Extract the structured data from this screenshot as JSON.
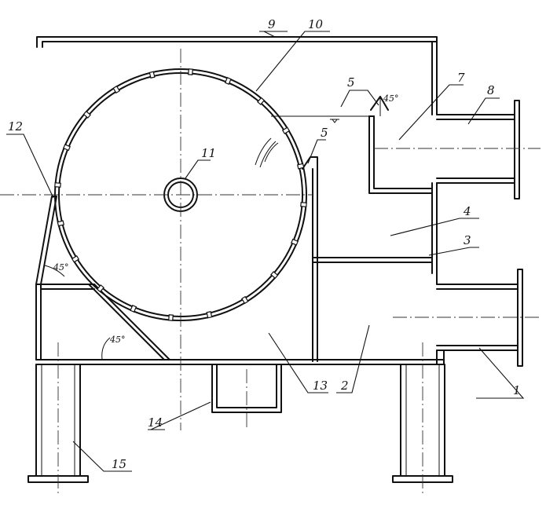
{
  "labels": {
    "p1": "1",
    "p2": "2",
    "p3": "3",
    "p4": "4",
    "p5a": "5",
    "p5b": "5",
    "p7": "7",
    "p8": "8",
    "p9": "9",
    "p10": "10",
    "p11": "11",
    "p12": "12",
    "p13": "13",
    "p14": "14",
    "p15": "15"
  },
  "angles": {
    "upper": "45°",
    "lower": "45°",
    "weir": "45°"
  }
}
